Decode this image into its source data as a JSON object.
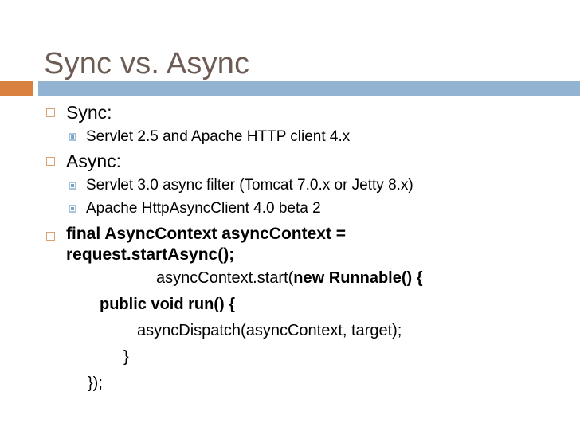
{
  "slide": {
    "title": "Sync vs. Async",
    "theme": {
      "title_color": "#6d5c53",
      "accent_block_color": "#d9813f",
      "rule_bar_color": "#92b3d1",
      "level1_bullet_color": "#d9a273",
      "level2_bullet_color": "#7ba3c6",
      "text_color": "#000000",
      "background_color": "#ffffff"
    }
  },
  "bullets": [
    {
      "level": 1,
      "text": "Sync:"
    },
    {
      "level": 2,
      "text": "Servlet 2.5 and Apache HTTP client 4.x"
    },
    {
      "level": 1,
      "text": "Async:"
    },
    {
      "level": 2,
      "text": "Servlet 3.0 async filter (Tomcat 7.0.x or Jetty 8.x)"
    },
    {
      "level": 2,
      "text": "Apache HttpAsyncClient 4.0 beta 2"
    },
    {
      "level": 1,
      "text": " final AsyncContext asyncContext = request.startAsync();",
      "bold": true
    }
  ],
  "code": {
    "line_start_regular": "asyncContext.start(",
    "line_start_bold": "new Runnable() {",
    "line_run": "public void run() {",
    "line_dispatch": "asyncDispatch(asyncContext, target);",
    "line_close_brace": "}",
    "line_close_call": "});"
  }
}
